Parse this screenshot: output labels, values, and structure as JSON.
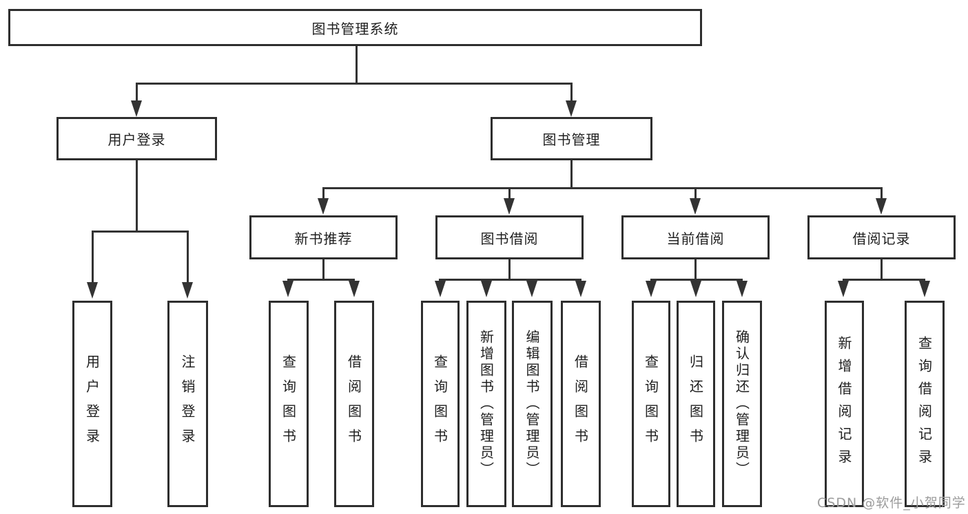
{
  "tree": {
    "root": {
      "label": "图书管理系统"
    },
    "branches": [
      {
        "label": "用户登录",
        "children": [
          {
            "label": "用户登录"
          },
          {
            "label": "注销登录"
          }
        ]
      },
      {
        "label": "图书管理",
        "children": [
          {
            "label": "新书推荐",
            "children": [
              {
                "label": "查询图书"
              },
              {
                "label": "借阅图书"
              }
            ]
          },
          {
            "label": "图书借阅",
            "children": [
              {
                "label": "查询图书"
              },
              {
                "label": "新增图书（管理员）"
              },
              {
                "label": "编辑图书（管理员）"
              },
              {
                "label": "借阅图书"
              }
            ]
          },
          {
            "label": "当前借阅",
            "children": [
              {
                "label": "查询图书"
              },
              {
                "label": "归还图书"
              },
              {
                "label": "确认归还（管理员）"
              }
            ]
          },
          {
            "label": "借阅记录",
            "children": [
              {
                "label": "新增借阅记录"
              },
              {
                "label": "查询借阅记录"
              }
            ]
          }
        ]
      }
    ]
  },
  "watermark": {
    "text": "CSDN @软件_小贺同学",
    "color": "#9c9c9c"
  },
  "colors": {
    "background": "#ffffff",
    "line": "#333333",
    "box_border": "#2e2e2e",
    "text": "#1f1f1f"
  }
}
